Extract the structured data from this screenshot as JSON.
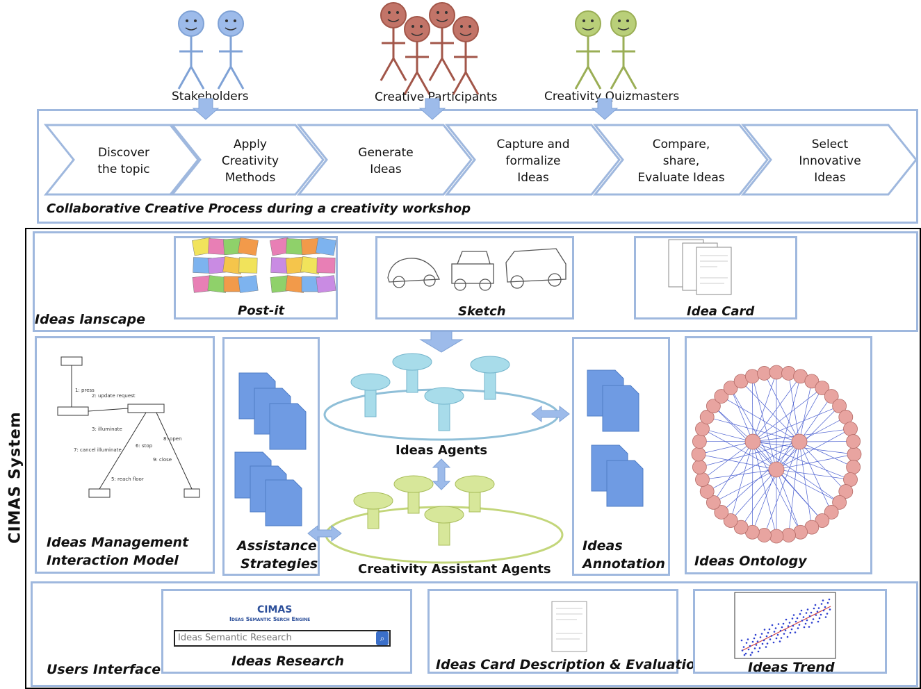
{
  "actors": [
    {
      "label": "Stakeholders",
      "color": "#9dbbea"
    },
    {
      "label": "Creative Participants",
      "color": "#c27468"
    },
    {
      "label": "Creativity Quizmasters",
      "color": "#b9cf79"
    }
  ],
  "process": {
    "steps": [
      [
        "Discover",
        "the topic"
      ],
      [
        "Apply",
        "Creativity",
        "Methods"
      ],
      [
        "Generate",
        "Ideas"
      ],
      [
        "Capture and",
        "formalize",
        "Ideas"
      ],
      [
        "Compare,",
        "share,",
        "Evaluate Ideas"
      ],
      [
        "Select",
        "Innovative",
        "Ideas"
      ]
    ],
    "caption": "Collaborative Creative Process during a creativity workshop"
  },
  "system": {
    "side_label": "CIMAS System",
    "landscape": {
      "label": "Ideas lanscape",
      "postit": "Post-it",
      "sketch": "Sketch",
      "idea_card": "Idea Card"
    },
    "management": {
      "line1": "Ideas Management",
      "line2": "Interaction Model"
    },
    "assistance": {
      "line1": "Assistance",
      "line2": "Strategies"
    },
    "ideas_agents": "Ideas Agents",
    "assistant_agents": "Creativity Assistant Agents",
    "annotation": {
      "line1": "Ideas",
      "line2": "Annotation"
    },
    "ontology": "Ideas Ontology",
    "ui": {
      "label": "Users Interface",
      "search_title": "CIMAS",
      "search_subtitle": "Ideas Semantic Serch Engine",
      "search_placeholder": "Ideas Semantic Research",
      "research": "Ideas Research",
      "card_desc": "Ideas Card Description & Evaluation",
      "trend": "Ideas Trend"
    }
  },
  "colors": {
    "border": "#9fb8de",
    "arrow": "#9dbbea",
    "agent_blue": "#a8dcea",
    "agent_green": "#d7e79a",
    "ontology_node": "#e8a4a0"
  }
}
